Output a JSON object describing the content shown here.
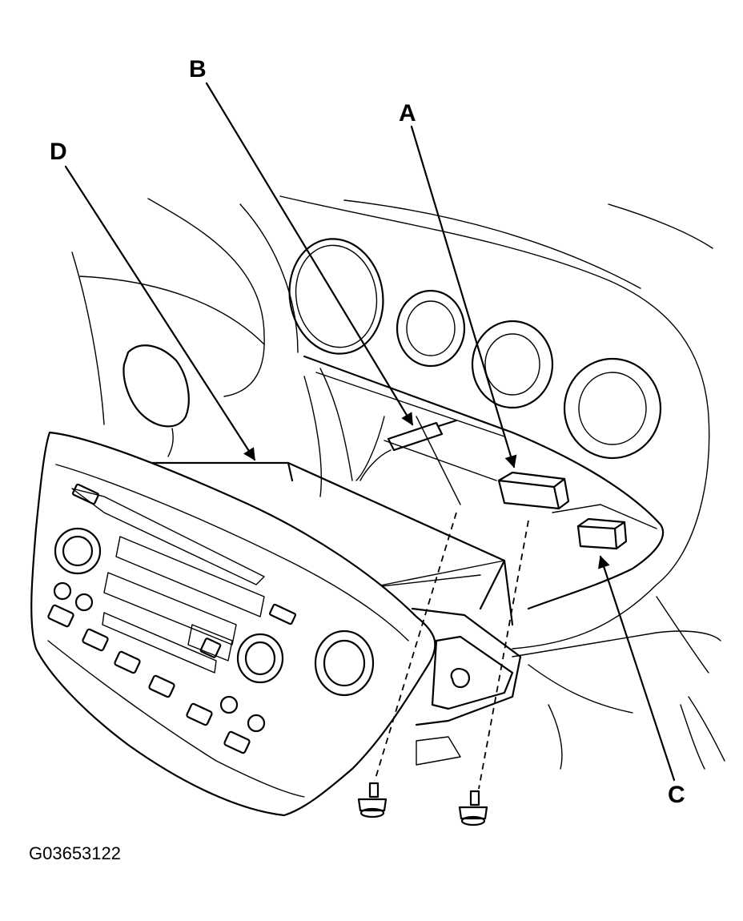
{
  "callouts": {
    "a": "A",
    "b": "B",
    "c": "C",
    "d": "D"
  },
  "figure_id": "G03653122"
}
